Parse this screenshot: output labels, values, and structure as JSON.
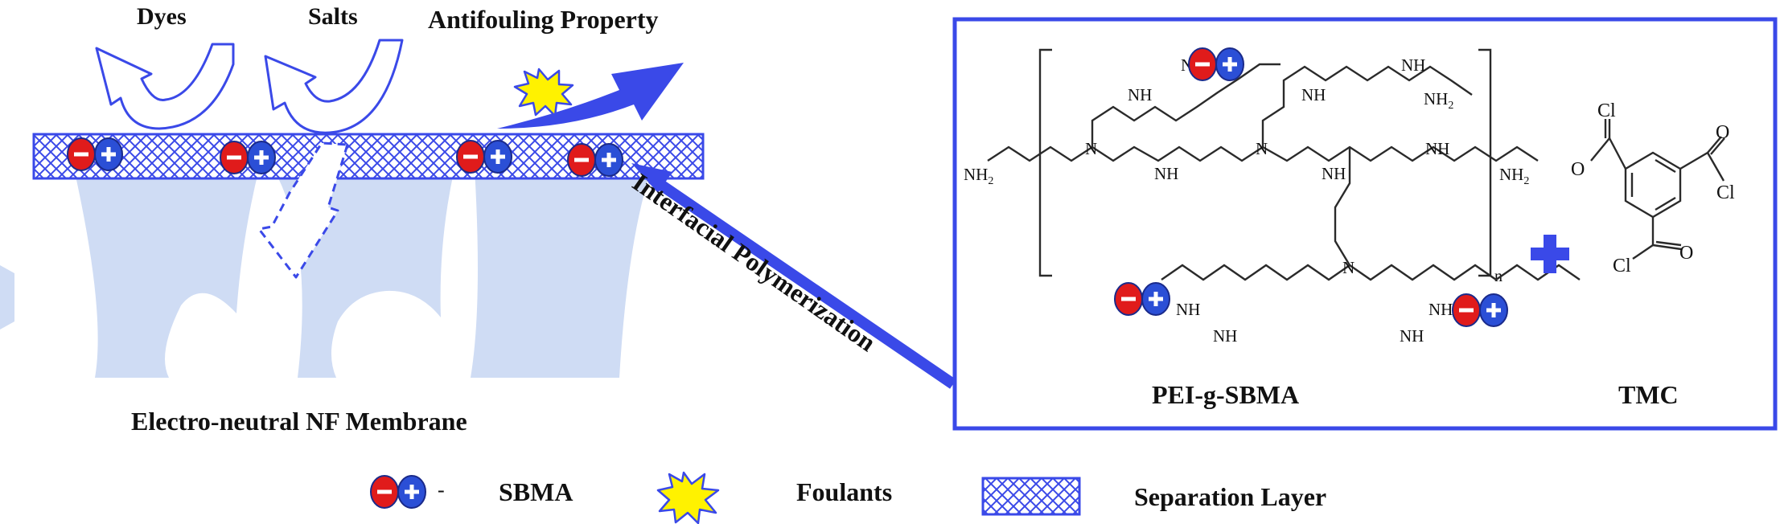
{
  "colors": {
    "accent_blue": "#3a49e8",
    "light_blue": "#cfdcf4",
    "anion_red": "#e01b1b",
    "cation_blue": "#2b4fd6",
    "foulant_yellow": "#fff200",
    "text": "#111111"
  },
  "top_labels": {
    "dyes": "Dyes",
    "salts": "Salts",
    "antifouling": "Antifouling Property"
  },
  "membrane_label": "Electro-neutral NF Membrane",
  "arrow_label": "Interfacial Polymerization",
  "box": {
    "pei_label": "PEI-g-SBMA",
    "tmc_label": "TMC",
    "plus_sign": "+",
    "subscript_n": "n"
  },
  "chem": {
    "nh": "NH",
    "nh2": "NH",
    "n": "N",
    "cl": "Cl",
    "o": "O",
    "sub2": "2"
  },
  "legend": {
    "sbma_dash": "-",
    "sbma": "SBMA",
    "foulants": "Foulants",
    "separation_layer": "Separation Layer"
  },
  "icons": [
    "flow-arrow-icon",
    "zwitterion-icon",
    "foulant-burst-icon",
    "crosshatch-swatch-icon",
    "plus-icon"
  ]
}
